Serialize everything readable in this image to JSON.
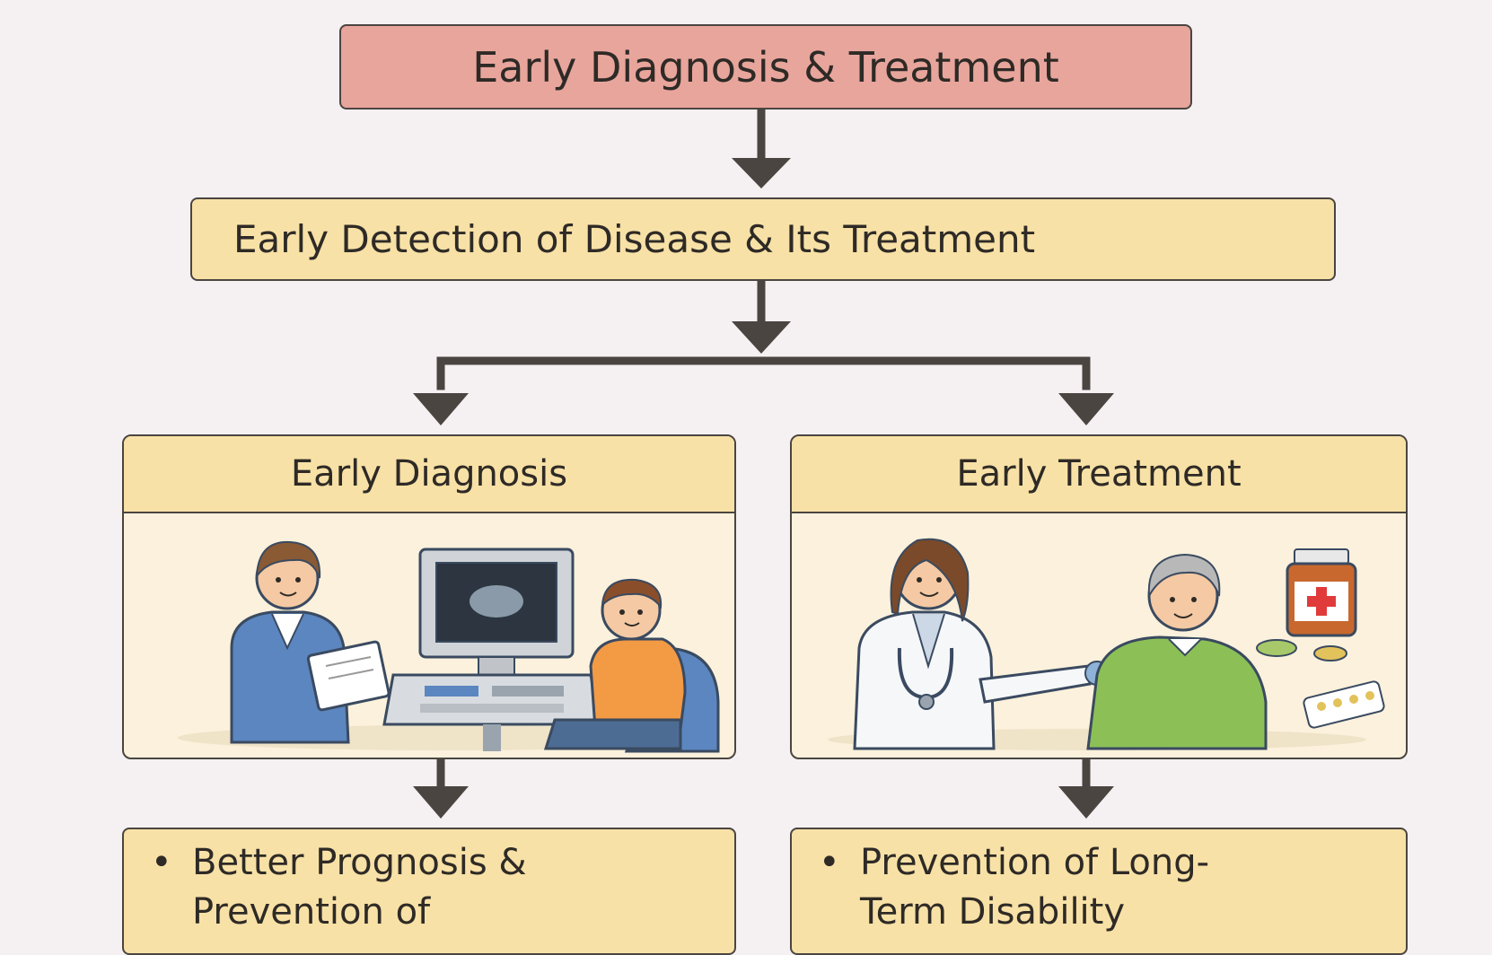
{
  "top": {
    "title": "Early Diagnosis & Treatment"
  },
  "middle": {
    "title": "Early Detection of Disease & Its Treatment"
  },
  "left_panel": {
    "title": "Early Diagnosis",
    "outcome_bullet": "•",
    "outcome_line1": "Better Prognosis &",
    "outcome_line2": "Prevention of"
  },
  "right_panel": {
    "title": "Early Treatment",
    "outcome_bullet": "•",
    "outcome_line1": "Prevention of Long-",
    "outcome_line2": "Term Disability"
  },
  "colors": {
    "top_box": "#e8a59c",
    "box_fill": "#f8e1a6",
    "panel_body": "#fbf1dc",
    "arrow": "#4a4540",
    "background": "#f5f0f2"
  },
  "illustrations": {
    "left": [
      "nurse-with-clipboard",
      "ultrasound-machine",
      "seated-boy-patient"
    ],
    "right": [
      "doctor-with-stethoscope",
      "elderly-patient",
      "medicine-bottle",
      "pills"
    ]
  }
}
